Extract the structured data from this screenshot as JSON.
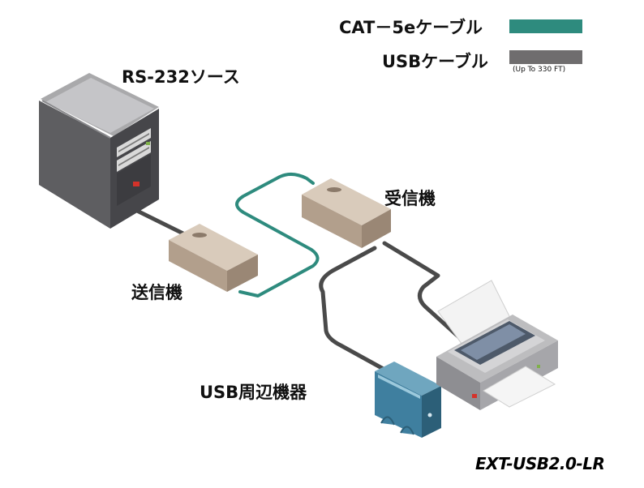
{
  "legend": {
    "cat5e_label": "CAT－5eケーブル",
    "usb_label": "USBケーブル",
    "usb_note": "(Up To 330 FT)",
    "cat5e_color": "#2e8b7e",
    "usb_color": "#6f6d6e"
  },
  "labels": {
    "source": "RS-232ソース",
    "transmitter": "送信機",
    "receiver": "受信機",
    "peripheral": "USB周辺機器"
  },
  "model": "EXT-USB2.0-LR",
  "icons": [
    "pc-tower-icon",
    "transmitter-box-icon",
    "receiver-box-icon",
    "usb-drive-icon",
    "printer-icon"
  ]
}
